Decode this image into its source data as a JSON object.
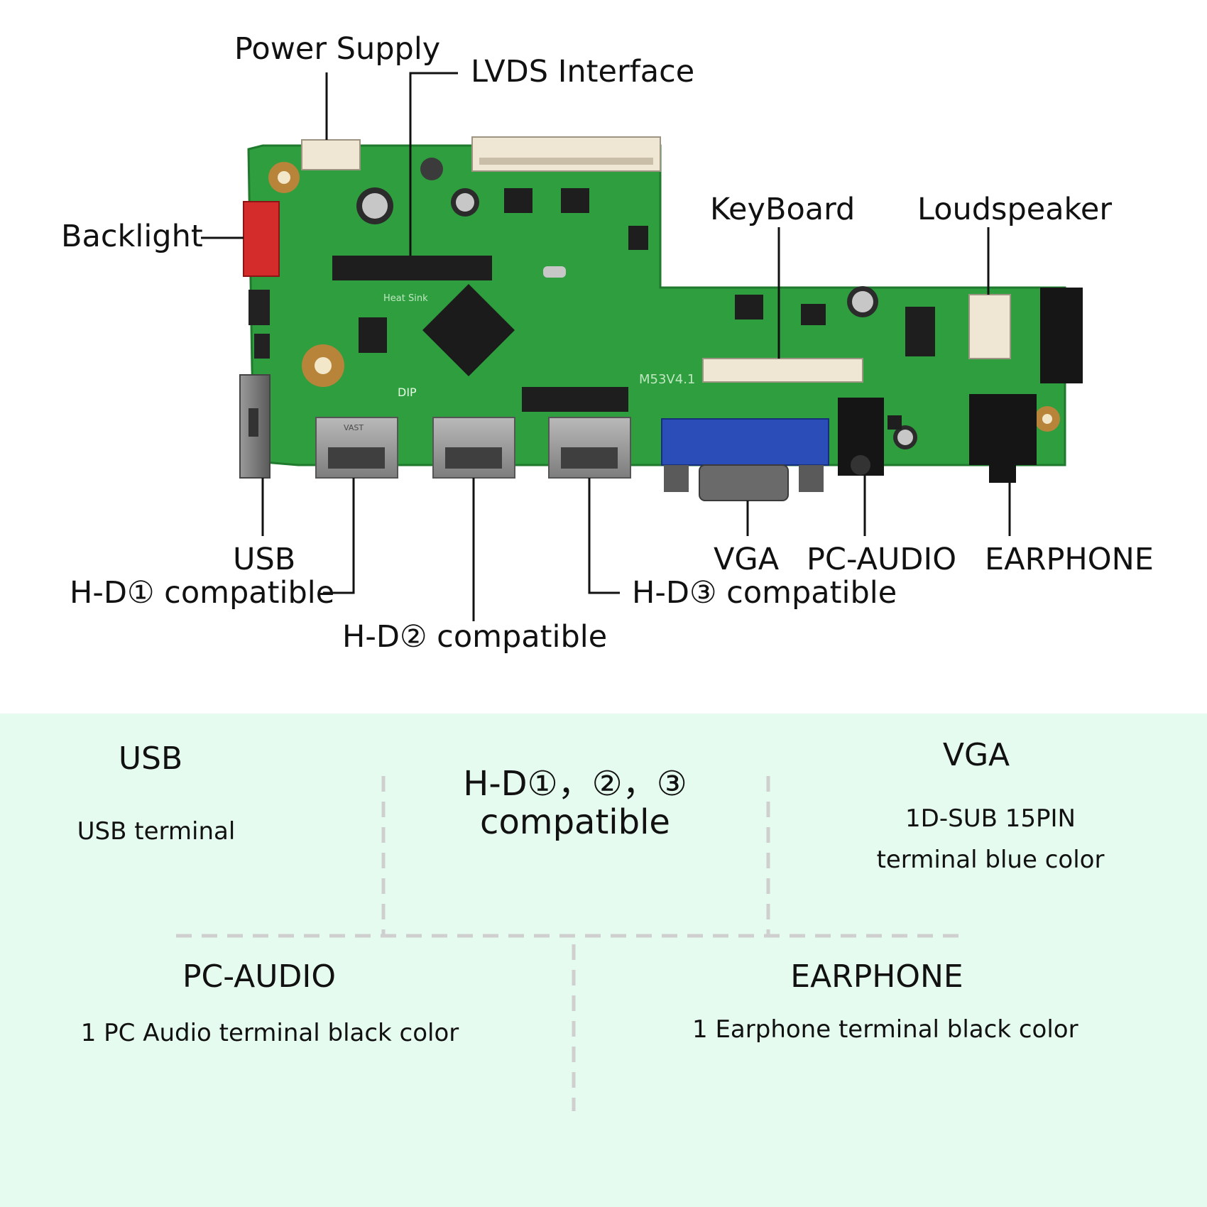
{
  "colors": {
    "panel_background": "#e6fbef",
    "pcb_green": "#2e9e3e",
    "backlight_connector": "#d42b2b",
    "vga_connector": "#2a4db8",
    "divider": "#cfcfcf"
  },
  "callouts": {
    "power_supply": "Power Supply",
    "lvds_interface": "LVDS Interface",
    "backlight": "Backlight",
    "keyboard": "KeyBoard",
    "loudspeaker": "Loudspeaker",
    "usb": "USB",
    "hd1": "H-D① compatible",
    "hd2": "H-D② compatible",
    "hd3": "H-D③ compatible",
    "vga": "VGA",
    "pc_audio": "PC-AUDIO",
    "earphone": "EARPHONE"
  },
  "board": {
    "model": "M53V4.1",
    "dip_label": "DIP",
    "heatsink_label": "Heat Sink",
    "hdmi_port_label": "VAST"
  },
  "info_grid": {
    "usb": {
      "title": "USB",
      "desc": "USB terminal"
    },
    "hdmi": {
      "title_line1": "H-D①，②，③",
      "title_line2": "compatible"
    },
    "vga": {
      "title": "VGA",
      "desc_line1": "1D-SUB 15PIN",
      "desc_line2": "terminal blue color"
    },
    "pc_audio": {
      "title": "PC-AUDIO",
      "desc": "1 PC Audio terminal black color"
    },
    "earphone": {
      "title": "EARPHONE",
      "desc": "1 Earphone terminal black color"
    }
  }
}
